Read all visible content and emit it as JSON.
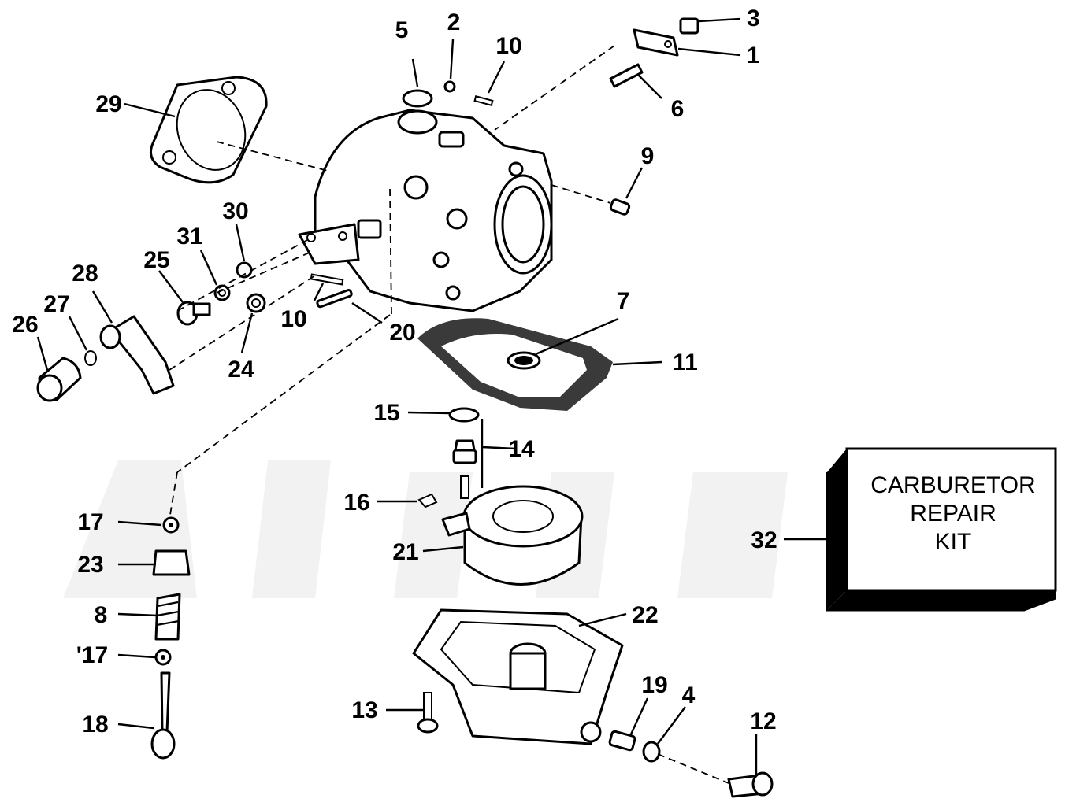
{
  "diagram": {
    "labels": [
      {
        "id": "1",
        "text": "1"
      },
      {
        "id": "2",
        "text": "2"
      },
      {
        "id": "3",
        "text": "3"
      },
      {
        "id": "4",
        "text": "4"
      },
      {
        "id": "5",
        "text": "5"
      },
      {
        "id": "6",
        "text": "6"
      },
      {
        "id": "7",
        "text": "7"
      },
      {
        "id": "8",
        "text": "8"
      },
      {
        "id": "9",
        "text": "9"
      },
      {
        "id": "10a",
        "text": "10"
      },
      {
        "id": "10b",
        "text": "10"
      },
      {
        "id": "11",
        "text": "11"
      },
      {
        "id": "12",
        "text": "12"
      },
      {
        "id": "13",
        "text": "13"
      },
      {
        "id": "14",
        "text": "14"
      },
      {
        "id": "15",
        "text": "15"
      },
      {
        "id": "16",
        "text": "16"
      },
      {
        "id": "17a",
        "text": "17"
      },
      {
        "id": "17b",
        "text": "'17"
      },
      {
        "id": "18",
        "text": "18"
      },
      {
        "id": "19",
        "text": "19"
      },
      {
        "id": "20",
        "text": "20"
      },
      {
        "id": "21",
        "text": "21"
      },
      {
        "id": "22",
        "text": "22"
      },
      {
        "id": "23",
        "text": "23"
      },
      {
        "id": "24",
        "text": "24"
      },
      {
        "id": "25",
        "text": "25"
      },
      {
        "id": "26",
        "text": "26"
      },
      {
        "id": "27",
        "text": "27"
      },
      {
        "id": "28",
        "text": "28"
      },
      {
        "id": "29",
        "text": "29"
      },
      {
        "id": "30",
        "text": "30"
      },
      {
        "id": "31",
        "text": "31"
      },
      {
        "id": "32",
        "text": "32"
      }
    ],
    "kit": {
      "line1": "CARBURETOR",
      "line2": "REPAIR",
      "line3": "KIT"
    }
  }
}
